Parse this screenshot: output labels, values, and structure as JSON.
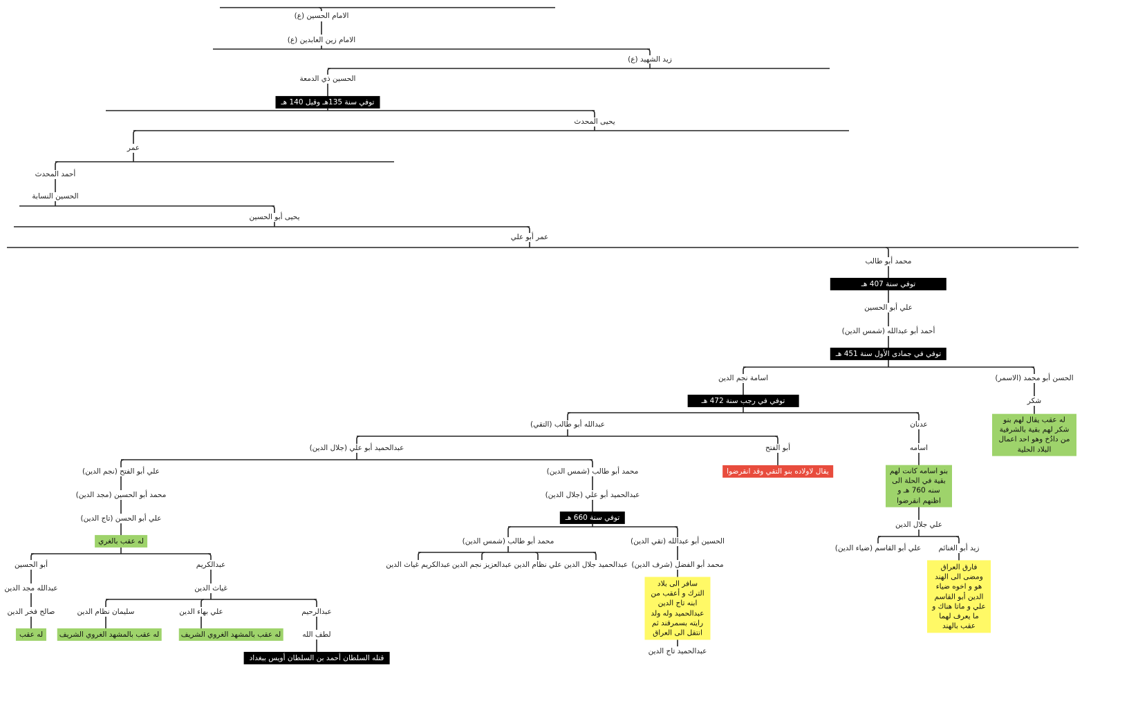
{
  "title": "شجرة نسب",
  "colors": {
    "line": "#222222",
    "note_black": "#000000",
    "note_green": "#9ed36b",
    "note_red": "#e84c3d",
    "note_yellow": "#fff966"
  },
  "nodes": [
    {
      "label": "الامام الحسين (ع)"
    },
    {
      "label": "الامام زين العابدين (ع)"
    },
    {
      "label": "زيد الشهيد (ع)"
    },
    {
      "label": "الحسين ذي الدمعة"
    },
    {
      "label": "توفي سنة 135هـ وقيل 140 هـ"
    },
    {
      "label": "يحيى المحدث"
    },
    {
      "label": "عمر"
    },
    {
      "label": "أحمد المحدث"
    },
    {
      "label": "الحسين النسابة"
    },
    {
      "label": "يحيى أبو الحسين"
    },
    {
      "label": "عمر أبو علي"
    },
    {
      "label": "محمد أبو طالب"
    },
    {
      "label": "توفي سنة 407 هـ"
    },
    {
      "label": "علي أبو الحسين"
    },
    {
      "label": "أحمد أبو عبدالله (شمس الدين)"
    },
    {
      "label": "توفي في جمادى الأول سنة 451 هـ"
    },
    {
      "label": "الحسن أبو محمد (الاسمر)"
    },
    {
      "label": "اسامة نجم الدين"
    },
    {
      "label": "توفي في رجب سنة 472 هـ"
    },
    {
      "label": "شكر"
    },
    {
      "label": "له عقب يقال لهم بنو شكر لهم بقية بالشرفية من دادُخ وهو احد اعمال البلاد الحلية"
    },
    {
      "label": "عدنان"
    },
    {
      "label": "عبدالله أبو طالب (التقي)"
    },
    {
      "label": "اسامه"
    },
    {
      "label": "أبو الفتح"
    },
    {
      "label": "عبدالحميد أبو علي (جلال الدين)"
    },
    {
      "label": "يقال لاولاده بنو التقي وقد انقرضوا"
    },
    {
      "label": "بنو اسامه كانت لهم بقية في الحلة الى سنه 760 هـ و اظنهم انقرضوا"
    },
    {
      "label": "علي أبو الفتح (نجم الدين)"
    },
    {
      "label": "محمد أبو طالب (شمس الدين)"
    },
    {
      "label": "محمد أبو الحسين (مجد الدين)"
    },
    {
      "label": "عبدالحميد أبو علي (جلال الدين)"
    },
    {
      "label": "علي أبو الحسن (تاج الدين)"
    },
    {
      "label": "توفي سنة 660 هـ"
    },
    {
      "label": "علي جلال الدين"
    },
    {
      "label": "له عقب بالغري"
    },
    {
      "label": "محمد أبو طالب (شمس الدين)"
    },
    {
      "label": "الحسين أبو عبدالله (تقي الدين)"
    },
    {
      "label": "زيد أبو الغنائم"
    },
    {
      "label": "علي أبو القاسم (ضياء الدين)"
    },
    {
      "label": "أبو الحسين"
    },
    {
      "label": "عبدالكريم"
    },
    {
      "label": "عبدالحميد جلال الدين"
    },
    {
      "label": "علي نظام الدين"
    },
    {
      "label": "عبدالعزيز نجم الدين"
    },
    {
      "label": "عبدالكريم غياث الدين"
    },
    {
      "label": "محمد أبو الفضل (شرف الدين)"
    },
    {
      "label": "سافر الى بلاد الترك و أعقب من ابنه تاج الدين عبدالحميد وله ولد رايته بسمرقند ثم انتقل الى العراق"
    },
    {
      "label": "فارق العراق ومضى الى الهند هو و اخوه ضياء الدين أبو القاسم علي و ماتا هناك و ما يعرف لهما عقب بالهند"
    },
    {
      "label": "عبدالله مجد الدين"
    },
    {
      "label": "غياث الدين"
    },
    {
      "label": "صالح فخر الدين"
    },
    {
      "label": "سليمان نظام الدين"
    },
    {
      "label": "علي بهاء الدين"
    },
    {
      "label": "عبدالرحيم"
    },
    {
      "label": "له عقب"
    },
    {
      "label": "له عقب بالمشهد الغروي الشريف"
    },
    {
      "label": "له عقب بالمشهد الغروي الشريف"
    },
    {
      "label": "لطف الله"
    },
    {
      "label": "قتله السلطان أحمد بن السلطان أويس ببغداد"
    },
    {
      "label": "عبدالحميد تاج الدين"
    }
  ]
}
